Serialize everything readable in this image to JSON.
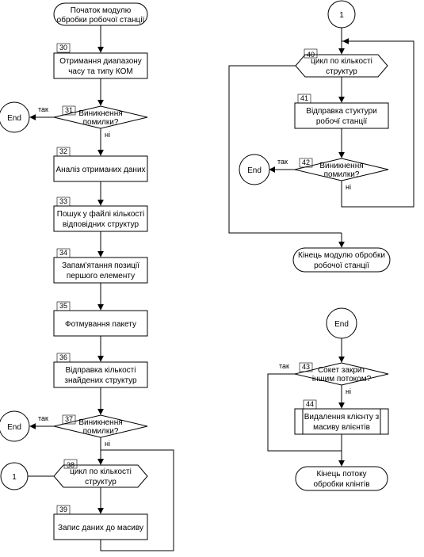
{
  "nodes": {
    "start_module": {
      "lines": [
        "Початок модулю",
        "обробки робочої станції"
      ]
    },
    "n30": {
      "num": "30",
      "lines": [
        "Отримання диапазону",
        "часу та типу КОМ"
      ]
    },
    "n31": {
      "num": "31",
      "lines": [
        "Виникнення",
        "помилки?"
      ]
    },
    "end1": {
      "lines": [
        "End"
      ]
    },
    "n32": {
      "num": "32",
      "lines": [
        "Аналіз отриманих даних"
      ]
    },
    "n33": {
      "num": "33",
      "lines": [
        "Пошук у файлі кількості",
        "відповідних структур"
      ]
    },
    "n34": {
      "num": "34",
      "lines": [
        "Запам'ятання позиції",
        "першого елементу"
      ]
    },
    "n35": {
      "num": "35",
      "lines": [
        "Фотмування пакету"
      ]
    },
    "n36": {
      "num": "36",
      "lines": [
        "Відправка кількості",
        "знайдених структур"
      ]
    },
    "n37": {
      "num": "37",
      "lines": [
        "Виникнення",
        "помилки?"
      ]
    },
    "end2": {
      "lines": [
        "End"
      ]
    },
    "conn1_left": {
      "lines": [
        "1"
      ]
    },
    "n38": {
      "num": "38",
      "lines": [
        "цикл по кількості",
        "структур"
      ]
    },
    "n39": {
      "num": "39",
      "lines": [
        "Запис даних до масиву"
      ]
    },
    "conn1_right": {
      "lines": [
        "1"
      ]
    },
    "n40": {
      "num": "40",
      "lines": [
        "цикл по кількості",
        "структур"
      ]
    },
    "n41": {
      "num": "41",
      "lines": [
        "Відправка стуктури",
        "робочї станції"
      ]
    },
    "n42": {
      "num": "42",
      "lines": [
        "Виникнення",
        "помилки?"
      ]
    },
    "end3": {
      "lines": [
        "End"
      ]
    },
    "end_module": {
      "lines": [
        "Кінець модулю обробки",
        "робочої станції"
      ]
    },
    "end4": {
      "lines": [
        "End"
      ]
    },
    "n43": {
      "num": "43",
      "lines": [
        "Сокет закрит",
        "іншим потоком?"
      ]
    },
    "n44": {
      "num": "44",
      "lines": [
        "Видалення клієнту з",
        "масиву влієнтів"
      ]
    },
    "end_thread": {
      "lines": [
        "Кінець потоку",
        "обробки клінтів"
      ]
    }
  },
  "edge_labels": {
    "yes_31": "так",
    "no_31": "ні",
    "yes_37": "так",
    "no_37": "ні",
    "yes_42": "так",
    "no_42": "ні",
    "yes_43": "так",
    "no_43": "ні"
  }
}
